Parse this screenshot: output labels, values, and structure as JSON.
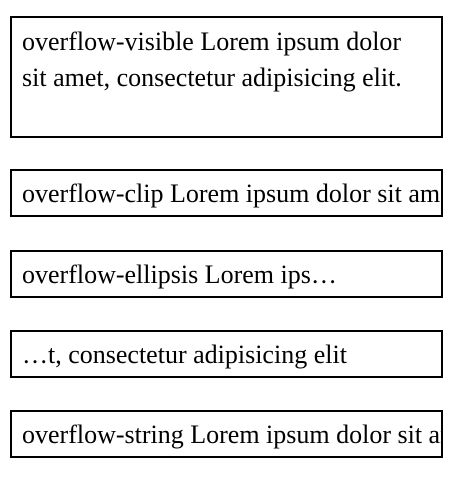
{
  "examples": {
    "visible": {
      "text": "overflow-visible Lorem ipsum dolor sit amet, consectetur adipisicing elit."
    },
    "clip": {
      "text": "overflow-clip Lorem ipsum dolor sit amet, consectetur adipisicing elit."
    },
    "ellipsis": {
      "text": "overflow-ellipsis Lorem ips…"
    },
    "start_ellipsis": {
      "text": "…t, consectetur adipisicing elit"
    },
    "string": {
      "text": "overflow-string Lorem ipsum dolor sit amet, consectetur adipisicing elit."
    }
  }
}
